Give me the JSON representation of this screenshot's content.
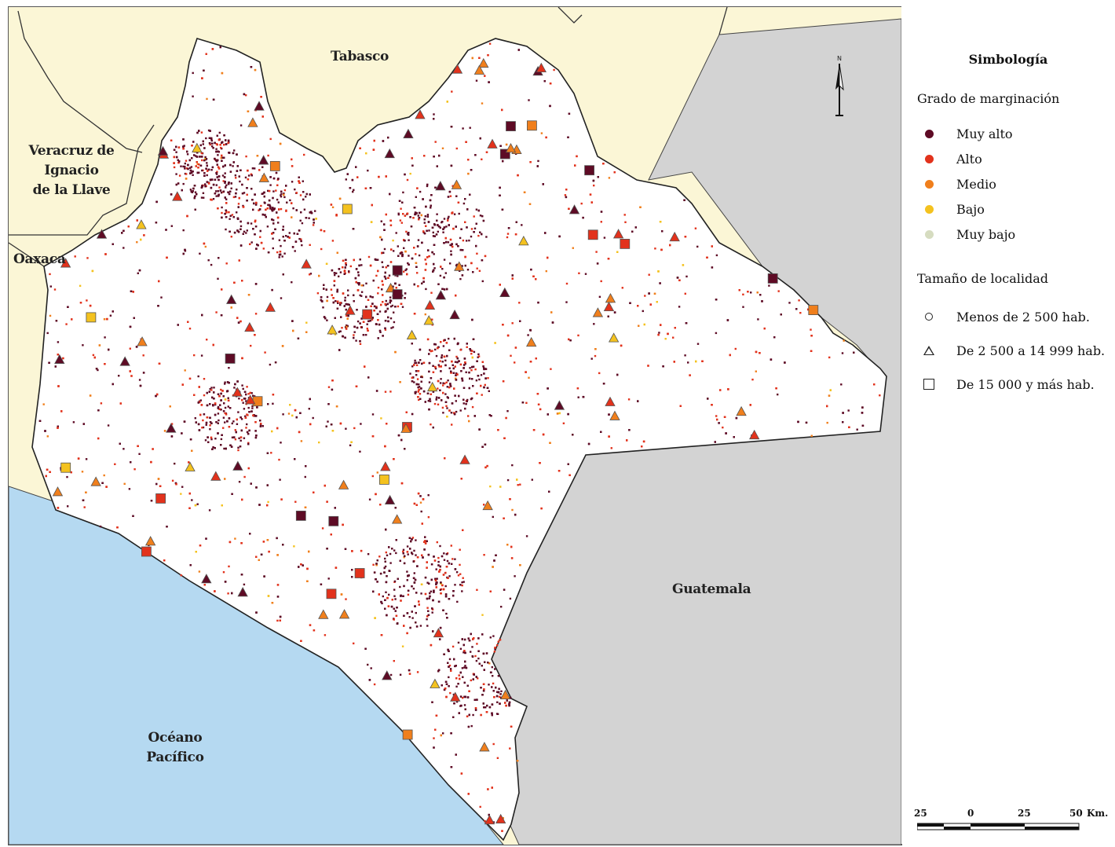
{
  "map": {
    "labels": {
      "tabasco": "Tabasco",
      "veracruz": [
        "Veracruz de",
        "Ignacio",
        "de la Llave"
      ],
      "oaxaca": "Oaxaca",
      "guatemala": "Guatemala",
      "oceano": [
        "Océano",
        "Pacífico"
      ]
    },
    "north_symbol": "N",
    "colors": {
      "neighbor_mx": "#fbf6d6",
      "guatemala": "#d3d3d3",
      "ocean": "#b5d9f1",
      "state": "#ffffff"
    }
  },
  "legend": {
    "title": "Simbología",
    "marginacion_title": "Grado de marginación",
    "marginacion": [
      {
        "label": "Muy alto",
        "color": "#5e0b25"
      },
      {
        "label": "Alto",
        "color": "#e2321c"
      },
      {
        "label": "Medio",
        "color": "#f07f1c"
      },
      {
        "label": "Bajo",
        "color": "#f4c21f"
      },
      {
        "label": "Muy bajo",
        "color": "#d6dcc0"
      }
    ],
    "tamano_title": "Tamaño de localidad",
    "tamano": [
      {
        "label": "Menos de 2 500 hab.",
        "icon": "circle-icon"
      },
      {
        "label": "De 2 500 a 14 999 hab.",
        "icon": "triangle-icon"
      },
      {
        "label": "De 15 000 y más hab.",
        "icon": "square-icon"
      }
    ]
  },
  "scale": {
    "labels": [
      "25",
      "0",
      "25",
      "50"
    ],
    "unit": "Km."
  }
}
